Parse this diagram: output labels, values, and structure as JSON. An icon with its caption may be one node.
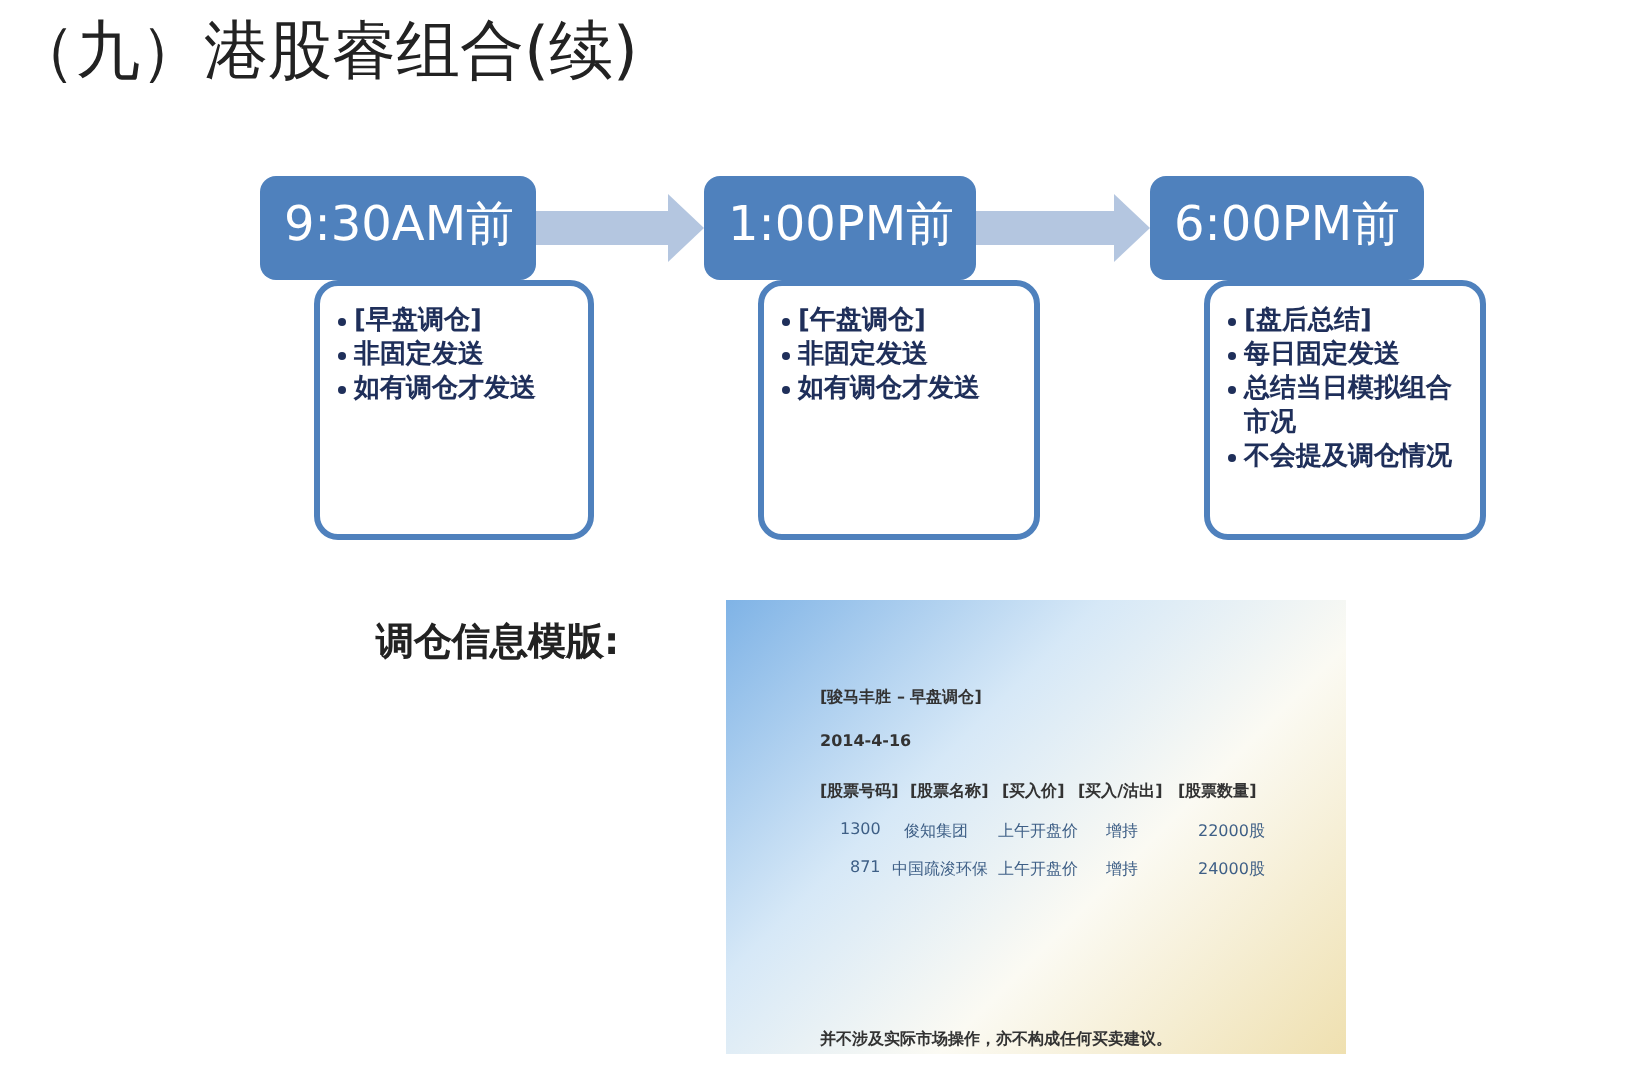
{
  "diagram": {
    "title": "（九）港股睿组合(续)",
    "nodes": [
      {
        "text": [
          "9:30AM前"
        ]
      },
      {
        "text": [
          "[早盘调仓]",
          "非固定发送",
          "如有调仓才发送"
        ]
      },
      {
        "text": [
          "1:00PM前"
        ]
      },
      {
        "text": [
          "[午盘调仓]",
          "非固定发送",
          "如有调仓才发送"
        ]
      },
      {
        "text": [
          "6:00PM前"
        ]
      },
      {
        "text": [
          "[盘后总结]",
          "每日固定发送",
          "总结当日模拟组合市况",
          "不会提及调仓情况"
        ]
      }
    ],
    "edges": [
      {
        "from": 0,
        "to": 2,
        "arrow": "to"
      },
      {
        "from": 2,
        "to": 4,
        "arrow": "to"
      }
    ],
    "labels": [
      "调仓信息模版:",
      "[骏马丰胜 – 早盘调仓]",
      "2014-4-16",
      "[股票号码]",
      "[股票名称]",
      "[买入价]",
      "[买入/沽出]",
      "[股票数量]",
      "1300",
      "俊知集团",
      "上午开盘价",
      "增持",
      "22000股",
      "871",
      "中国疏浚环保",
      "上午开盘价",
      "增持",
      "24000股",
      "并不涉及实际市场操作，亦不构成任何买卖建议。"
    ]
  }
}
